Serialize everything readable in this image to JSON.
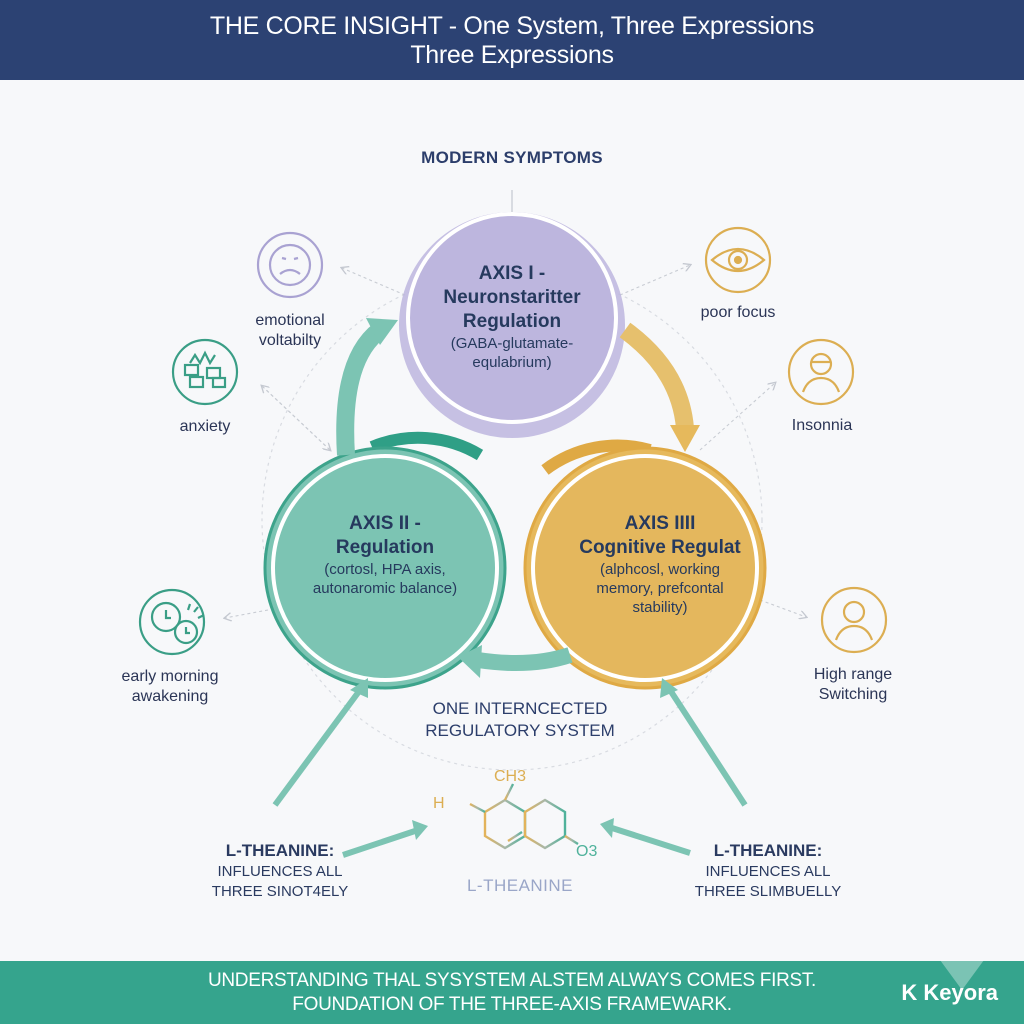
{
  "header": {
    "line1": "THE CORE INSIGHT - One System, Three Expressions",
    "line2": "Three Expressions"
  },
  "section_title": "MODERN SYMPTOMS",
  "axes": [
    {
      "title_line1": "AXIS I -",
      "title_line2": "Neuronstaritter",
      "title_line3": "Regulation",
      "sub_line1": "(GABA-glutamate-",
      "sub_line2": "equlabrium)",
      "color": "#b8b2dc"
    },
    {
      "title_line1": "AXIS II -",
      "title_line2": "Regulation",
      "sub_line1": "(cortosl, HPA axis,",
      "sub_line2": "autonaromic balance)",
      "color": "#7cc4b3"
    },
    {
      "title_line1": "AXIS IIII",
      "title_line2": "Cognitive Regulat",
      "sub_line1": "(alphcosl, working",
      "sub_line2": "memory, prefcontal",
      "sub_line3": "stability)",
      "color": "#e6b95c"
    }
  ],
  "symptoms": [
    {
      "icon": "sad-face-icon",
      "line1": "emotional",
      "line2": "voltabilty",
      "color": "#a9a2d2"
    },
    {
      "icon": "anxiety-waves-icon",
      "line1": "anxiety",
      "line2": "",
      "color": "#3a9e86"
    },
    {
      "icon": "clock-alarm-icon",
      "line1": "early morning",
      "line2": "awakening",
      "color": "#3a9e86"
    },
    {
      "icon": "eye-icon",
      "line1": "poor focus",
      "line2": "",
      "color": "#dcae52"
    },
    {
      "icon": "person-icon",
      "line1": "Insonnia",
      "line2": "",
      "color": "#dcae52"
    },
    {
      "icon": "person-icon",
      "line1": "High range",
      "line2": "Switching",
      "color": "#dcae52"
    }
  ],
  "center_caption": {
    "line1": "ONE INTERNCECTED",
    "line2": "REGULATORY SYSTEM"
  },
  "molecule": {
    "label": "L-THEANINE",
    "atom_h": "H",
    "atom_ch3": "CH3",
    "atom_o3": "O3"
  },
  "theanine_left": {
    "heading": "L-THEANINE:",
    "line1": "INFLUENCES ALL",
    "line2": "THREE SINOT4ELY"
  },
  "theanine_right": {
    "heading": "L-THEANINE:",
    "line1": "INFLUENCES ALL",
    "line2": "THREE SLIMBUELLY"
  },
  "footer": {
    "line1": "UNDERSTANDING  THAL SYSYSTEM ALSTEM ALWAYS COMES FIRST.",
    "line2": "FOUNDATION OF THE THREE-AXIS FRAMEWARK."
  },
  "brand": {
    "name": "Keyora",
    "mark": "K"
  },
  "colors": {
    "navy": "#2c4273",
    "teal": "#35a48d",
    "lavender": "#b8b2dc",
    "gold": "#e6b95c"
  }
}
